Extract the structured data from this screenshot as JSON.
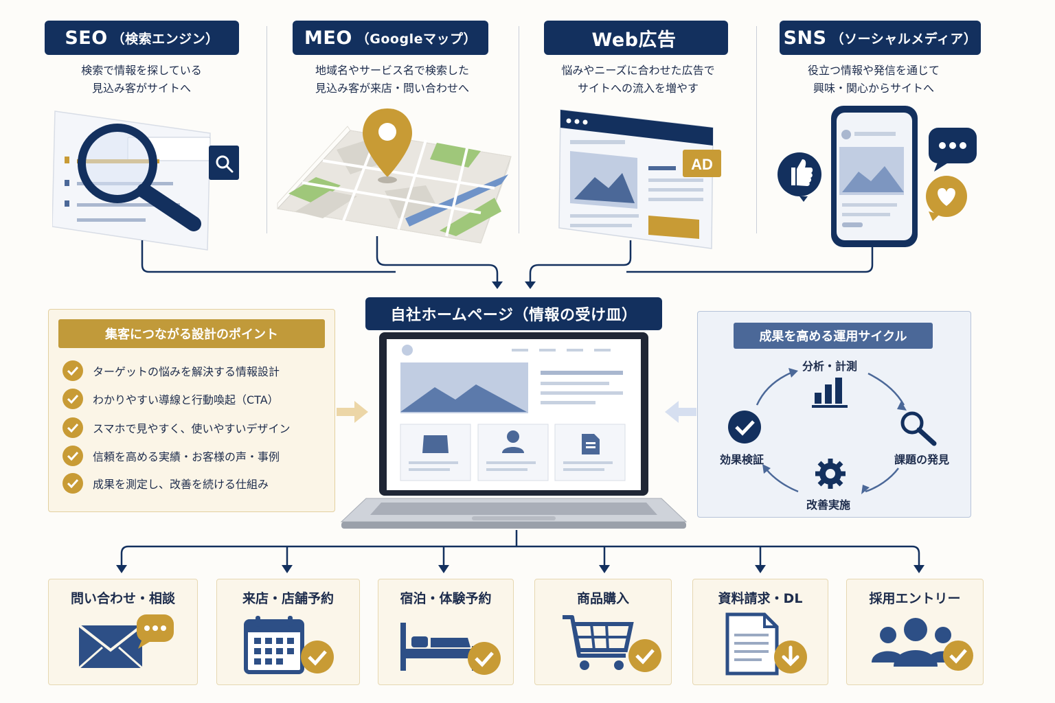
{
  "channels": [
    {
      "title": "SEO",
      "subtitle": "（検索エンジン）",
      "desc1": "検索で情報を探している",
      "desc2": "見込み客がサイトへ"
    },
    {
      "title": "MEO",
      "subtitle": "（Googleマップ）",
      "desc1": "地域名やサービス名で検索した",
      "desc2": "見込み客が来店・問い合わせへ"
    },
    {
      "title": "Web広告",
      "subtitle": "",
      "desc1": "悩みやニーズに合わせた広告で",
      "desc2": "サイトへの流入を増やす"
    },
    {
      "title": "SNS",
      "subtitle": "（ソーシャルメディア）",
      "desc1": "役立つ情報や発信を通じて",
      "desc2": "興味・関心からサイトへ"
    }
  ],
  "ad_badge": "AD",
  "center_title": "自社ホームページ（情報の受け皿）",
  "points": {
    "title": "集客につながる設計のポイント",
    "items": [
      "ターゲットの悩みを解決する情報設計",
      "わかりやすい導線と行動喚起（CTA）",
      "スマホで見やすく、使いやすいデザイン",
      "信頼を高める実績・お客様の声・事例",
      "成果を測定し、改善を続ける仕組み"
    ]
  },
  "cycle": {
    "title": "成果を高める運用サイクル",
    "steps": [
      "分析・計測",
      "課題の発見",
      "改善実施",
      "効果検証"
    ]
  },
  "outcomes": [
    {
      "label": "問い合わせ・相談",
      "icon": "mail-chat-icon"
    },
    {
      "label": "来店・店舗予約",
      "icon": "calendar-check-icon"
    },
    {
      "label": "宿泊・体験予約",
      "icon": "bed-check-icon"
    },
    {
      "label": "商品購入",
      "icon": "cart-check-icon"
    },
    {
      "label": "資料請求・DL",
      "icon": "document-download-icon"
    },
    {
      "label": "採用エントリー",
      "icon": "people-check-icon"
    }
  ],
  "colors": {
    "navy": "#13305e",
    "gold": "#c89b35",
    "steel": "#4b6898"
  }
}
